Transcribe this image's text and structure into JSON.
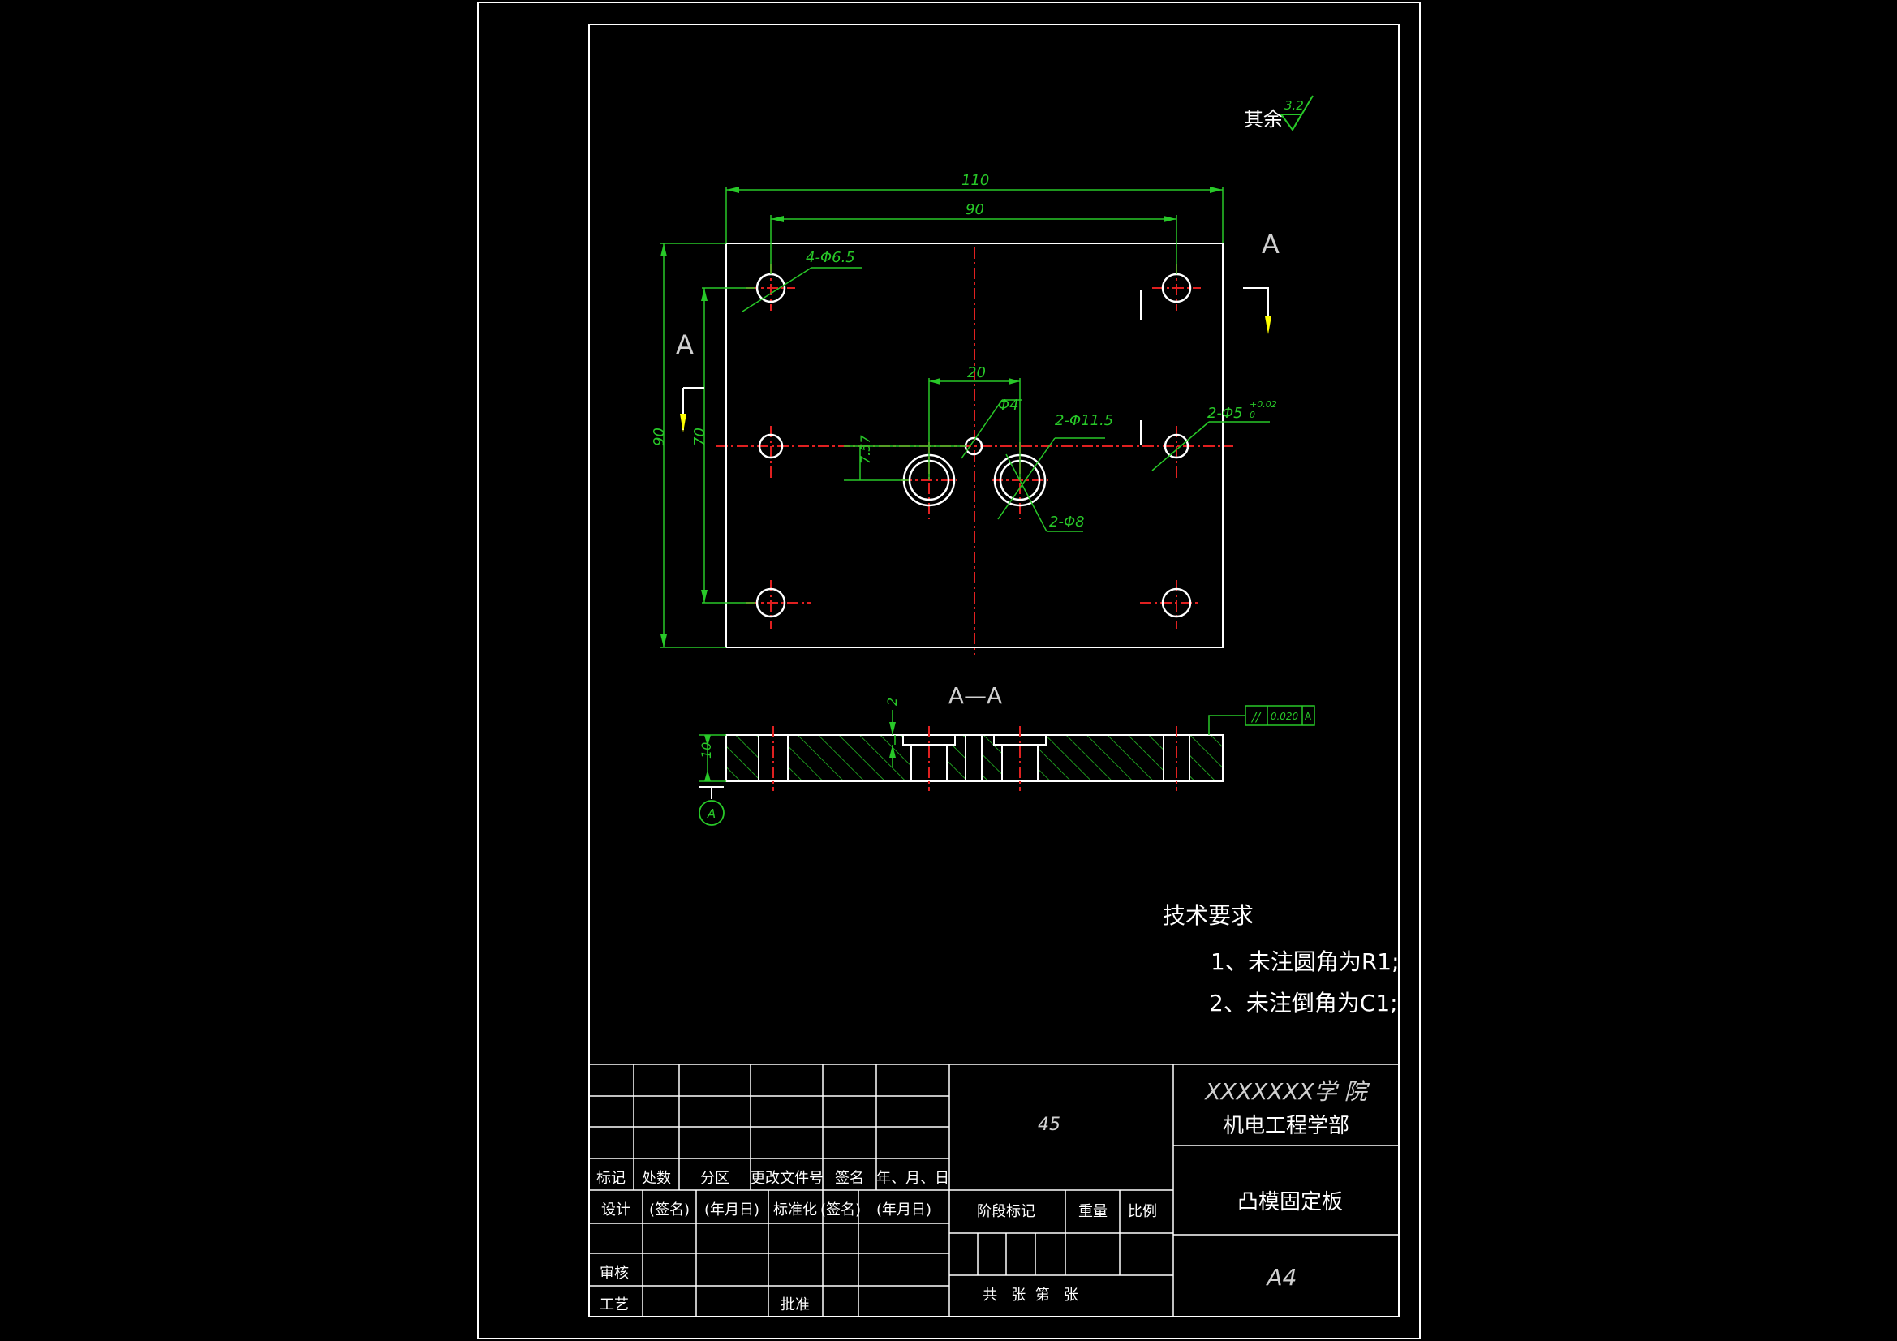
{
  "roughness": {
    "label": "其余",
    "value": "3.2"
  },
  "dims": {
    "overall_width": "110",
    "hole_spacing_x": "90",
    "overall_height": "90",
    "hole_spacing_y": "70",
    "center_spacing": "20",
    "offset": "7.57",
    "four_holes": "4-Φ6.5",
    "small_hole": "Φ4",
    "counterbore": "2-Φ11.5",
    "through": "2-Φ8",
    "pin_holes": "2-Φ5",
    "pin_tol": "+0.02",
    "pin_tol_low": "0",
    "depth": "2",
    "thickness": "10"
  },
  "section": {
    "marker": "A",
    "title": "A—A",
    "datum": "A"
  },
  "tolerance": {
    "symbol": "//",
    "value": "0.020",
    "datum": "A"
  },
  "requirements": {
    "title": "技术要求",
    "items": [
      "1、未注圆角为R1;",
      "2、未注倒角为C1;"
    ]
  },
  "title_block": {
    "headers": [
      "标记",
      "处数",
      "分区",
      "更改文件号",
      "签名",
      "年、月、日"
    ],
    "row1": [
      "设计",
      "(签名)",
      "(年月日)",
      "标准化",
      "(签名)",
      "(年月日)"
    ],
    "review": "审核",
    "process": "工艺",
    "approve": "批准",
    "material": "45",
    "stage": "阶段标记",
    "weight": "重量",
    "scale": "比例",
    "sheets": "共   张  第   张",
    "school": "XXXXXXX学 院",
    "dept": "机电工程学部",
    "part_name": "凸模固定板",
    "size": "A4"
  }
}
